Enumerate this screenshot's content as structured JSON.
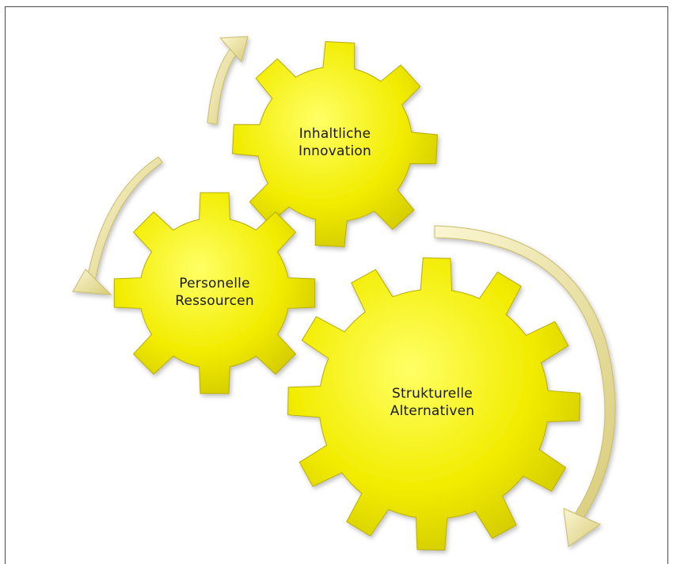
{
  "diagram": {
    "gears": [
      {
        "id": "inhaltliche-innovation",
        "line1": "Inhaltliche",
        "line2": "Innovation"
      },
      {
        "id": "personelle-ressourcen",
        "line1": "Personelle",
        "line2": "Ressourcen"
      },
      {
        "id": "strukturelle-alternativen",
        "line1": "Strukturelle",
        "line2": "Alternativen"
      }
    ],
    "colors": {
      "gear_fill_light": "#ffff66",
      "gear_fill": "#f2ec00",
      "gear_fill_dark": "#c9c000",
      "arrow_light": "#fbf6d2",
      "arrow_dark": "#d8cc7a",
      "frame": "#4a4a4a"
    }
  }
}
